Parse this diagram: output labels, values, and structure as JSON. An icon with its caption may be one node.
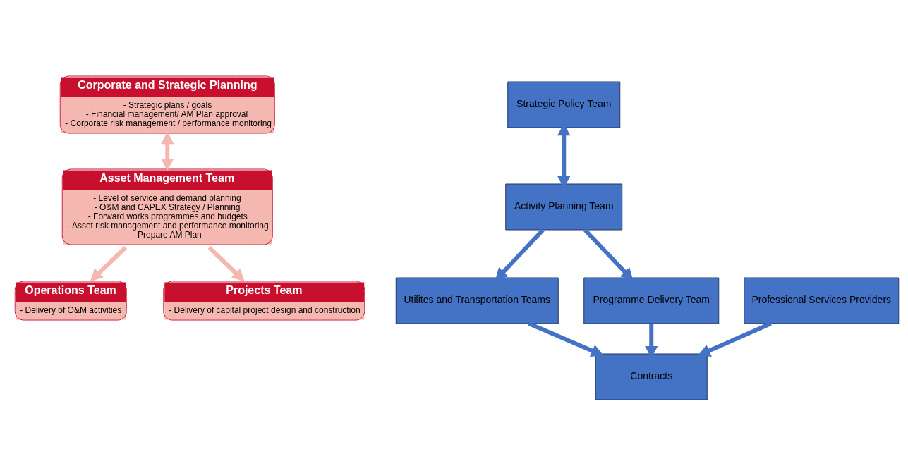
{
  "diagram": {
    "nodes": [
      {
        "text": [
          "Corporate and Strategic Planning",
          "- Strategic plans / goals",
          "- Financial management/ AM Plan approval",
          "- Corporate risk management / performance monitoring"
        ]
      },
      {
        "text": [
          "Asset Management Team",
          "- Level of service and demand planning",
          "- O&M and CAPEX Strategy / Planning",
          "- Forward works programmes and budgets",
          "- Asset risk management and performance monitoring",
          "- Prepare AM Plan"
        ]
      },
      {
        "text": [
          "Operations Team",
          "- Delivery of O&M activities"
        ]
      },
      {
        "text": [
          "Projects Team",
          "- Delivery of capital project design and construction"
        ]
      },
      {
        "text": [
          "Strategic Policy Team"
        ]
      },
      {
        "text": [
          "Activity Planning Team"
        ]
      },
      {
        "text": [
          "Utilites and Transportation Teams"
        ]
      },
      {
        "text": [
          "Programme Delivery Team"
        ]
      },
      {
        "text": [
          "Professional Services Providers"
        ]
      },
      {
        "text": [
          "Contracts"
        ]
      }
    ],
    "edges": [
      {
        "from": 0,
        "to": 1,
        "arrow": "both",
        "color": "#f4b8b0"
      },
      {
        "from": 1,
        "to": 2,
        "arrow": "to",
        "color": "#f4b8b0"
      },
      {
        "from": 1,
        "to": 3,
        "arrow": "to",
        "color": "#f4b8b0"
      },
      {
        "from": 4,
        "to": 5,
        "arrow": "both",
        "color": "#4472c4"
      },
      {
        "from": 5,
        "to": 6,
        "arrow": "to",
        "color": "#4472c4"
      },
      {
        "from": 5,
        "to": 7,
        "arrow": "to",
        "color": "#4472c4"
      },
      {
        "from": 6,
        "to": 9,
        "arrow": "to",
        "color": "#4472c4"
      },
      {
        "from": 7,
        "to": 9,
        "arrow": "to",
        "color": "#4472c4"
      },
      {
        "from": 8,
        "to": 9,
        "arrow": "to",
        "color": "#4472c4"
      }
    ]
  }
}
